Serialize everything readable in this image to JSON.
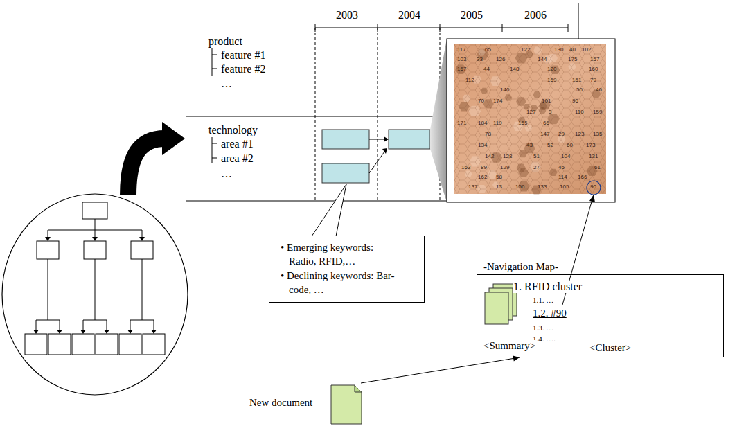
{
  "diagram": {
    "nodes": [
      {
        "text": [
          "2003",
          "2004",
          "2005",
          "2006",
          "product",
          "feature #1",
          "feature #2",
          "…",
          "technology",
          "area #1",
          "area #2",
          "…"
        ]
      },
      {
        "text": [
          "• Emerging keywords: Radio, RFID,…",
          "• Declining keywords: Bar-code, …"
        ]
      },
      {
        "text": [
          "1. RFID cluster",
          "1.1. …",
          "1.2. #90",
          "1.3. …",
          "1.4. ….",
          "<Summary>",
          "<Cluster>"
        ]
      },
      {
        "text": [
          "New document"
        ]
      }
    ],
    "edges": [
      {
        "from": 3,
        "to": 2,
        "arrow": "to"
      }
    ],
    "labels": [
      "-Navigation Map-",
      "117",
      "65",
      "122",
      "130",
      "40",
      "102",
      "103",
      "33",
      "126",
      "144",
      "175",
      "157",
      "167",
      "44",
      "148",
      "120",
      "160",
      "112",
      "169",
      "151",
      "79",
      "140",
      "56",
      "46",
      "70",
      "174",
      "101",
      "96",
      "127",
      "3",
      "110",
      "159",
      "171",
      "184",
      "119",
      "165",
      "66",
      "78",
      "147",
      "29",
      "123",
      "135",
      "134",
      "43",
      "52",
      "60",
      "173",
      "142",
      "128",
      "51",
      "104",
      "131",
      "163",
      "89",
      "129",
      "27",
      "45",
      "61",
      "162",
      "58",
      "114",
      "166",
      "137",
      "13",
      "156",
      "133",
      "105",
      "90"
    ]
  }
}
